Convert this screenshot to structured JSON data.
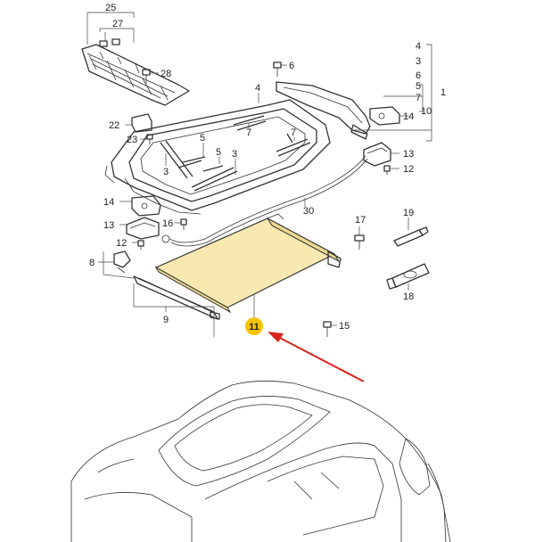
{
  "diagram": {
    "labels": [
      {
        "id": "25",
        "text": "25"
      },
      {
        "id": "27",
        "text": "27"
      },
      {
        "id": "28",
        "text": "28"
      },
      {
        "id": "6",
        "text": "6"
      },
      {
        "id": "4top",
        "text": "4"
      },
      {
        "id": "r4",
        "text": "4"
      },
      {
        "id": "r3",
        "text": "3"
      },
      {
        "id": "r6",
        "text": "6"
      },
      {
        "id": "r5",
        "text": "5"
      },
      {
        "id": "r7",
        "text": "7"
      },
      {
        "id": "r10",
        "text": "10"
      },
      {
        "id": "r1",
        "text": "1"
      },
      {
        "id": "14r",
        "text": "14"
      },
      {
        "id": "22",
        "text": "22"
      },
      {
        "id": "23",
        "text": "23"
      },
      {
        "id": "7a",
        "text": "7"
      },
      {
        "id": "5a",
        "text": "5"
      },
      {
        "id": "7b",
        "text": "7"
      },
      {
        "id": "3a",
        "text": "3"
      },
      {
        "id": "5b",
        "text": "5"
      },
      {
        "id": "3b",
        "text": "3"
      },
      {
        "id": "13r",
        "text": "13"
      },
      {
        "id": "12r",
        "text": "12"
      },
      {
        "id": "14l",
        "text": "14"
      },
      {
        "id": "30",
        "text": "30"
      },
      {
        "id": "16",
        "text": "16"
      },
      {
        "id": "13l",
        "text": "13"
      },
      {
        "id": "12l",
        "text": "12"
      },
      {
        "id": "17",
        "text": "17"
      },
      {
        "id": "19",
        "text": "19"
      },
      {
        "id": "8",
        "text": "8"
      },
      {
        "id": "18",
        "text": "18"
      },
      {
        "id": "9",
        "text": "9"
      },
      {
        "id": "15",
        "text": "15"
      }
    ],
    "highlight": {
      "text": "11",
      "fill": "#f5c400"
    },
    "arrow_color": "#d9241b",
    "sunshade_fill": "#f7e9b0"
  }
}
